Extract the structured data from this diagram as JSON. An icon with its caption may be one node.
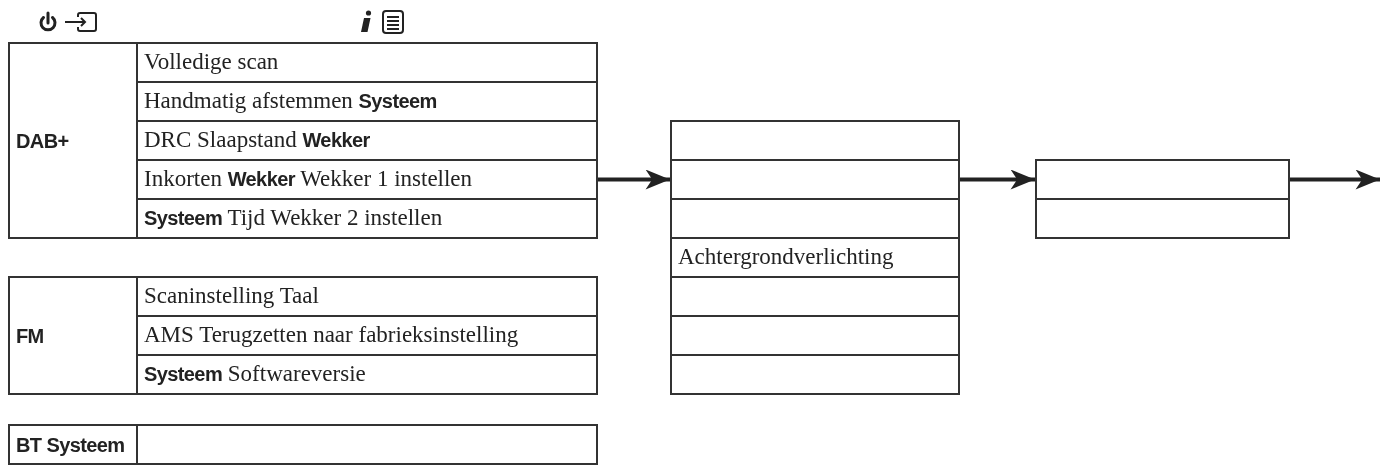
{
  "diagram": {
    "nodes": [
      {
        "text": [
          "DAB+"
        ]
      },
      {
        "text": [
          "Volledige scan"
        ],
        "in": 0
      },
      {
        "text": [
          "Handmatig afstemmen **Systeem**"
        ],
        "in": 0
      },
      {
        "text": [
          "DRC Slaapstand **Wekker**"
        ],
        "in": 0
      },
      {
        "text": [
          "Inkorten **Wekker** Wekker 1 instellen"
        ],
        "in": 0
      },
      {
        "text": [
          "**Systeem** Tijd Wekker 2 instellen"
        ],
        "in": 0
      },
      {
        "text": [
          "FM"
        ]
      },
      {
        "text": [
          "Scaninstelling Taal"
        ],
        "in": 6
      },
      {
        "text": [
          "AMS Terugzetten naar fabrieksinstelling"
        ],
        "in": 6
      },
      {
        "text": [
          "**Systeem** Softwareversie"
        ],
        "in": 6
      },
      {
        "text": [
          "BT Systeem"
        ]
      },
      {
        "text": [],
        "shape": "box",
        "in": 10
      },
      {
        "text": [],
        "shape": "box"
      },
      {
        "text": [],
        "shape": "box"
      },
      {
        "text": [],
        "shape": "box"
      },
      {
        "text": [
          "Achtergrondverlichting"
        ]
      },
      {
        "text": [],
        "shape": "box"
      },
      {
        "text": [],
        "shape": "box"
      },
      {
        "text": [],
        "shape": "box"
      },
      {
        "text": [],
        "shape": "box"
      },
      {
        "text": [],
        "shape": "box"
      }
    ],
    "edges": [
      {
        "from": 4,
        "to": 13,
        "arrow": "to"
      },
      {
        "from": 13,
        "to": 19,
        "arrow": "to"
      },
      {
        "from": 19,
        "to": null,
        "arrow": "to"
      }
    ]
  }
}
